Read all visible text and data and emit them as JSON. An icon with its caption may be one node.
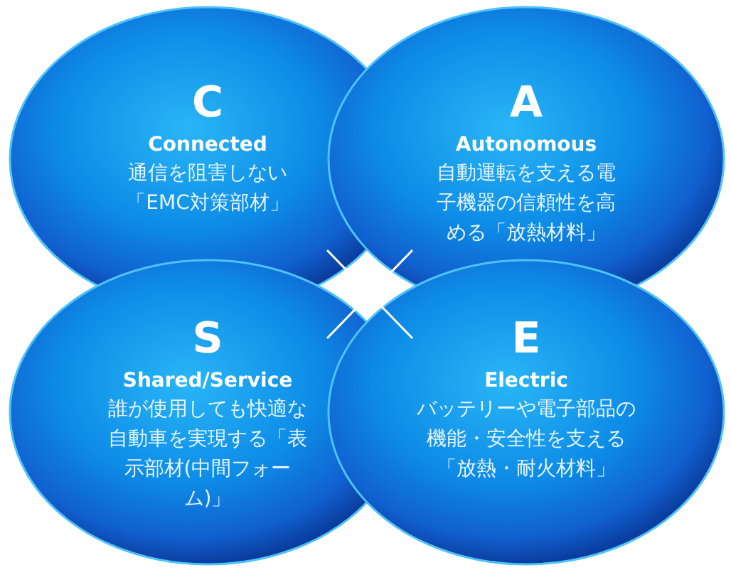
{
  "diagram": {
    "nodes": [
      {
        "text": [
          "C",
          "Connected",
          "通信を阻害しない「EMC対策部材」"
        ]
      },
      {
        "text": [
          "A",
          "Autonomous",
          "自動運転を支える電子機器の信頼性を高める「放熱材料」"
        ]
      },
      {
        "text": [
          "S",
          "Shared/Service",
          "誰が使用しても快適な自動車を実現する「表示部材(中間フォーム)」"
        ]
      },
      {
        "text": [
          "E",
          "Electric",
          "バッテリーや電子部品の機能・安全性を支える「放熱・耐火材料」"
        ]
      }
    ]
  }
}
